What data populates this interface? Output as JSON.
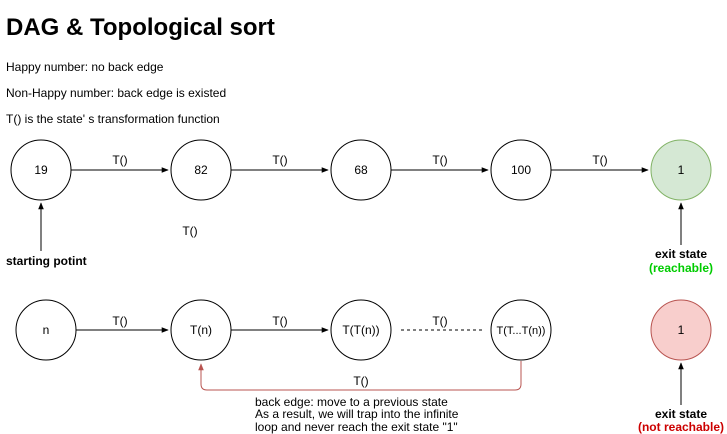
{
  "header": {
    "title": "DAG & Topological sort",
    "lines": [
      "Happy number: no back edge",
      "Non-Happy number: back edge is existed",
      "T() is the state' s transformation function"
    ]
  },
  "colors": {
    "stroke": "#000000",
    "happy_fill": "#d5e8d4",
    "happy_stroke": "#82b366",
    "happy_text": "#00cc00",
    "unhappy_fill": "#f8cecc",
    "unhappy_stroke": "#b85450",
    "unhappy_text": "#cc0000"
  },
  "diagram": {
    "top_row": {
      "nodes": [
        "19",
        "82",
        "68",
        "100",
        "1"
      ],
      "edge_labels": [
        "T()",
        "T()",
        "T()",
        "T()"
      ],
      "stray_label": "T()",
      "start_label": "starting potint",
      "exit_label": "exit state",
      "exit_status": "(reachable)"
    },
    "bottom_row": {
      "nodes": [
        "n",
        "T(n)",
        "T(T(n))",
        "T(T...T(n))",
        "1"
      ],
      "edge_labels": [
        "T()",
        "T()",
        "T()"
      ],
      "back_edge_label": "T()",
      "back_edge_note": [
        "back edge: move to a previous state",
        "As a result, we will trap into the infinite",
        "loop and never reach the exit state \"1\""
      ],
      "exit_label": "exit state",
      "exit_status": "(not reachable)"
    }
  }
}
